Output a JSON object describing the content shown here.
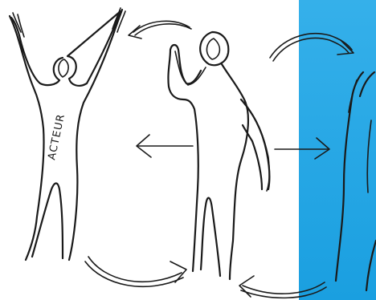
{
  "figure_left": {
    "label": "ACTEUR"
  },
  "colors": {
    "ink": "#1a1a1a",
    "panel_blue": "#1a9fe0",
    "panel_blue_light": "#35b0ea",
    "background": "#ffffff"
  },
  "icons": {
    "arrow_top": "curved-arrow-right-to-left",
    "arrow_middle_left": "straight-arrow-left",
    "arrow_middle_right": "straight-arrow-right",
    "arrow_top_right": "curved-arrow-left-to-right",
    "arrow_bottom_left": "curved-arrow-bottom-left-to-right",
    "arrow_bottom_right": "curved-arrow-bottom-right-to-left"
  }
}
